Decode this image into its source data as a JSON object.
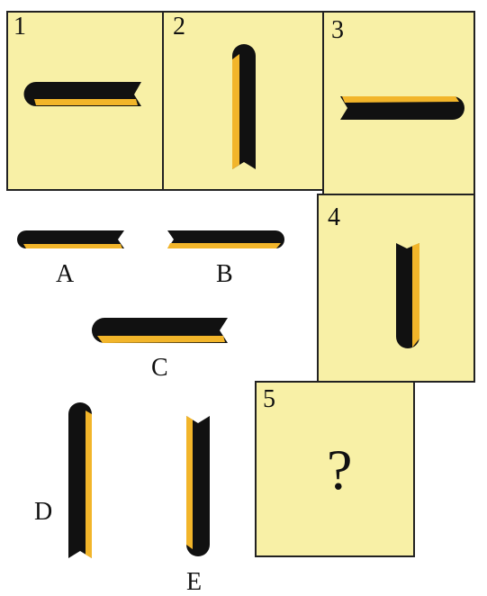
{
  "panels": [
    {
      "number": "1"
    },
    {
      "number": "2"
    },
    {
      "number": "3"
    },
    {
      "number": "4"
    },
    {
      "number": "5",
      "content": "?"
    }
  ],
  "options": [
    "A",
    "B",
    "C",
    "D",
    "E"
  ],
  "colors": {
    "panel_fill": "#f8f0a6",
    "border": "#222222",
    "stick_body": "#111111",
    "stick_stripe": "#f2b52a"
  }
}
